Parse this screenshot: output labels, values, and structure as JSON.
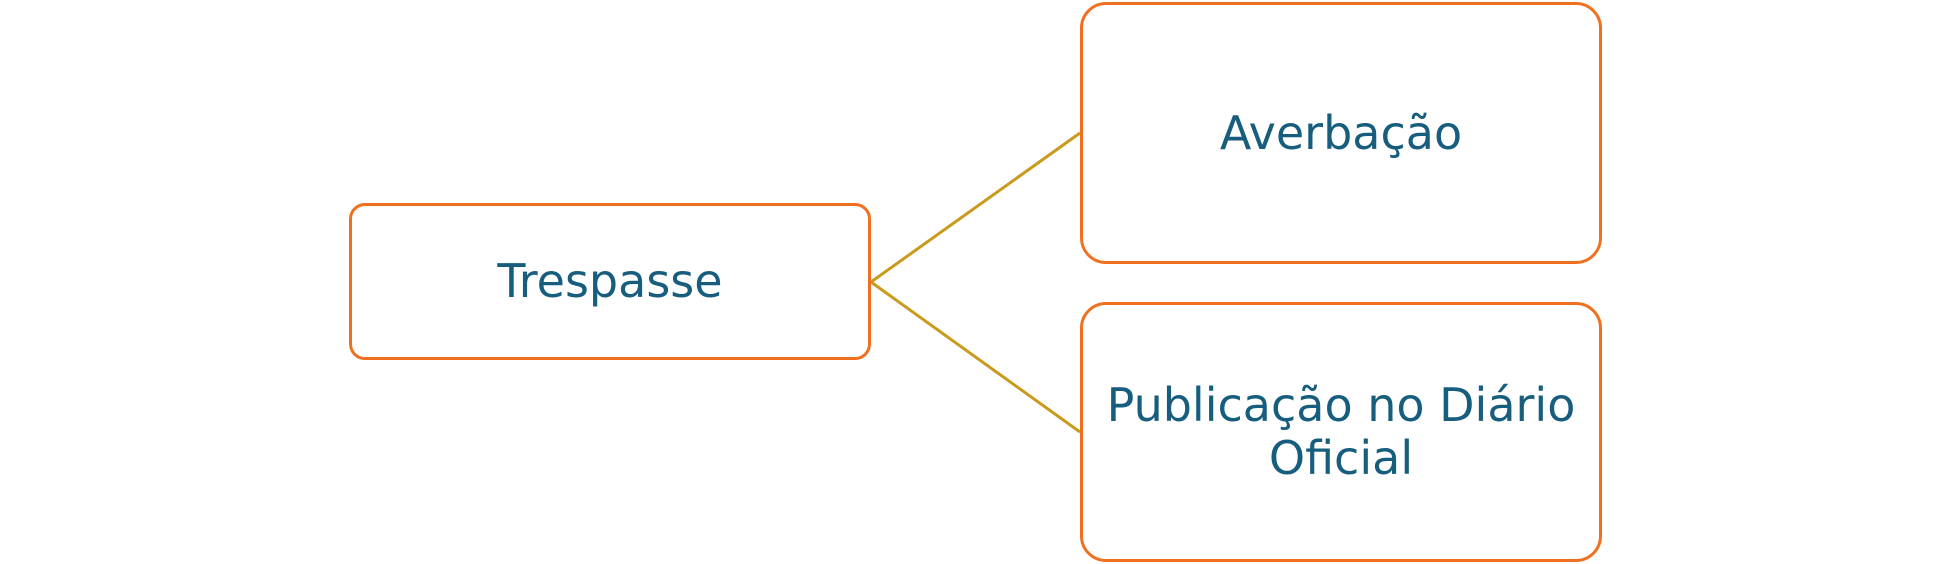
{
  "diagram": {
    "root": {
      "label": "Trespasse"
    },
    "children": [
      {
        "label": "Averbação"
      },
      {
        "label": "Publicação no Diário Oficial"
      }
    ]
  },
  "colors": {
    "node_border": "#f07020",
    "node_text": "#175d7e",
    "connector": "#c99a1c"
  }
}
